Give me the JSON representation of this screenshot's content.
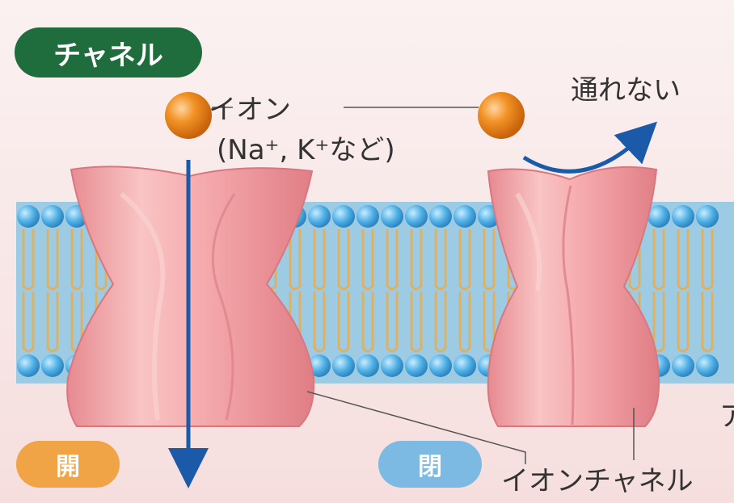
{
  "title": "チャネル",
  "labels": {
    "ion": "イオン",
    "ion_examples": "(Na⁺, K⁺など)",
    "cannot_pass": "通れない",
    "ion_channel": "イオンチャネル",
    "cut_off_char": "ア"
  },
  "states": {
    "left": "開",
    "right": "閉"
  },
  "colors": {
    "title_bg": "#1f6d3c",
    "open_badge": "#f0a446",
    "closed_badge": "#7cb9e3",
    "membrane_band": "#9ccbe3",
    "phospholipid_head": "#5bb7e8",
    "lipid_tail": "#e0b060",
    "channel_protein": "#f2a3a6",
    "ion": "#f08a1c",
    "arrow": "#1a5aa8",
    "background_pink": "#f8e6e6"
  }
}
